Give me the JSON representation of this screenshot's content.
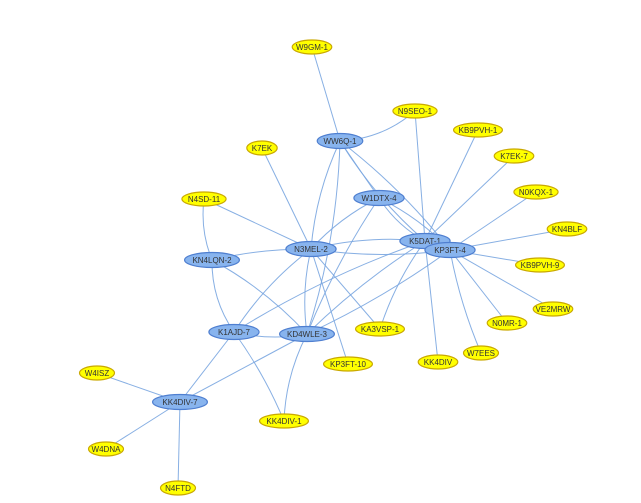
{
  "colors": {
    "hub_fill": "#88b4ee",
    "hub_stroke": "#4f7fd0",
    "leaf_fill": "#ffff00",
    "leaf_stroke": "#c9a800",
    "edge": "#7aa6e0"
  },
  "nodes": [
    {
      "id": "W9GM-1",
      "type": "leaf"
    },
    {
      "id": "N9SEO-1",
      "type": "leaf"
    },
    {
      "id": "KB9PVH-1",
      "type": "leaf"
    },
    {
      "id": "WW6Q-1",
      "type": "hub"
    },
    {
      "id": "K7EK",
      "type": "leaf"
    },
    {
      "id": "K7EK-7",
      "type": "leaf"
    },
    {
      "id": "N0KQX-1",
      "type": "leaf"
    },
    {
      "id": "N4SD-11",
      "type": "leaf"
    },
    {
      "id": "W1DTX-4",
      "type": "hub"
    },
    {
      "id": "KN4BLF",
      "type": "leaf"
    },
    {
      "id": "K5DAT-1",
      "type": "hub"
    },
    {
      "id": "KP3FT-4",
      "type": "hub"
    },
    {
      "id": "N3MEL-2",
      "type": "hub"
    },
    {
      "id": "KN4LQN-2",
      "type": "hub"
    },
    {
      "id": "KB9PVH-9",
      "type": "leaf"
    },
    {
      "id": "VE2MRW",
      "type": "leaf"
    },
    {
      "id": "N0MR-1",
      "type": "leaf"
    },
    {
      "id": "K1AJD-7",
      "type": "hub"
    },
    {
      "id": "KD4WLE-3",
      "type": "hub"
    },
    {
      "id": "KA3VSP-1",
      "type": "leaf"
    },
    {
      "id": "W7EES",
      "type": "leaf"
    },
    {
      "id": "KP3FT-10",
      "type": "leaf"
    },
    {
      "id": "KK4DIV",
      "type": "leaf"
    },
    {
      "id": "W4ISZ",
      "type": "leaf"
    },
    {
      "id": "KK4DIV-7",
      "type": "hub"
    },
    {
      "id": "KK4DIV-1",
      "type": "leaf"
    },
    {
      "id": "W4DNA",
      "type": "leaf"
    },
    {
      "id": "N4FTD",
      "type": "leaf"
    }
  ],
  "edges": [
    [
      "W9GM-1",
      "WW6Q-1"
    ],
    [
      "WW6Q-1",
      "N9SEO-1"
    ],
    [
      "WW6Q-1",
      "W1DTX-4"
    ],
    [
      "WW6Q-1",
      "K5DAT-1"
    ],
    [
      "WW6Q-1",
      "KP3FT-4"
    ],
    [
      "WW6Q-1",
      "N3MEL-2"
    ],
    [
      "WW6Q-1",
      "KD4WLE-3"
    ],
    [
      "N9SEO-1",
      "K5DAT-1"
    ],
    [
      "KB9PVH-1",
      "K5DAT-1"
    ],
    [
      "K7EK",
      "N3MEL-2"
    ],
    [
      "K7EK-7",
      "K5DAT-1"
    ],
    [
      "N0KQX-1",
      "KP3FT-4"
    ],
    [
      "N4SD-11",
      "N3MEL-2"
    ],
    [
      "N4SD-11",
      "KN4LQN-2"
    ],
    [
      "W1DTX-4",
      "K5DAT-1"
    ],
    [
      "W1DTX-4",
      "KP3FT-4"
    ],
    [
      "W1DTX-4",
      "N3MEL-2"
    ],
    [
      "W1DTX-4",
      "KD4WLE-3"
    ],
    [
      "KN4BLF",
      "KP3FT-4"
    ],
    [
      "K5DAT-1",
      "KP3FT-4"
    ],
    [
      "K5DAT-1",
      "N3MEL-2"
    ],
    [
      "K5DAT-1",
      "KD4WLE-3"
    ],
    [
      "K5DAT-1",
      "K1AJD-7"
    ],
    [
      "K5DAT-1",
      "KA3VSP-1"
    ],
    [
      "K5DAT-1",
      "KK4DIV"
    ],
    [
      "KP3FT-4",
      "N3MEL-2"
    ],
    [
      "KP3FT-4",
      "KD4WLE-3"
    ],
    [
      "KP3FT-4",
      "KB9PVH-9"
    ],
    [
      "KP3FT-4",
      "VE2MRW"
    ],
    [
      "KP3FT-4",
      "N0MR-1"
    ],
    [
      "KP3FT-4",
      "W7EES"
    ],
    [
      "N3MEL-2",
      "KN4LQN-2"
    ],
    [
      "N3MEL-2",
      "K1AJD-7"
    ],
    [
      "N3MEL-2",
      "KD4WLE-3"
    ],
    [
      "N3MEL-2",
      "KA3VSP-1"
    ],
    [
      "N3MEL-2",
      "KP3FT-10"
    ],
    [
      "KN4LQN-2",
      "K1AJD-7"
    ],
    [
      "KN4LQN-2",
      "KD4WLE-3"
    ],
    [
      "K1AJD-7",
      "KD4WLE-3"
    ],
    [
      "K1AJD-7",
      "KK4DIV-7"
    ],
    [
      "K1AJD-7",
      "KK4DIV-1"
    ],
    [
      "KD4WLE-3",
      "KK4DIV-7"
    ],
    [
      "KD4WLE-3",
      "KK4DIV-1"
    ],
    [
      "W4ISZ",
      "KK4DIV-7"
    ],
    [
      "KK4DIV-7",
      "W4DNA"
    ],
    [
      "KK4DIV-7",
      "N4FTD"
    ]
  ]
}
